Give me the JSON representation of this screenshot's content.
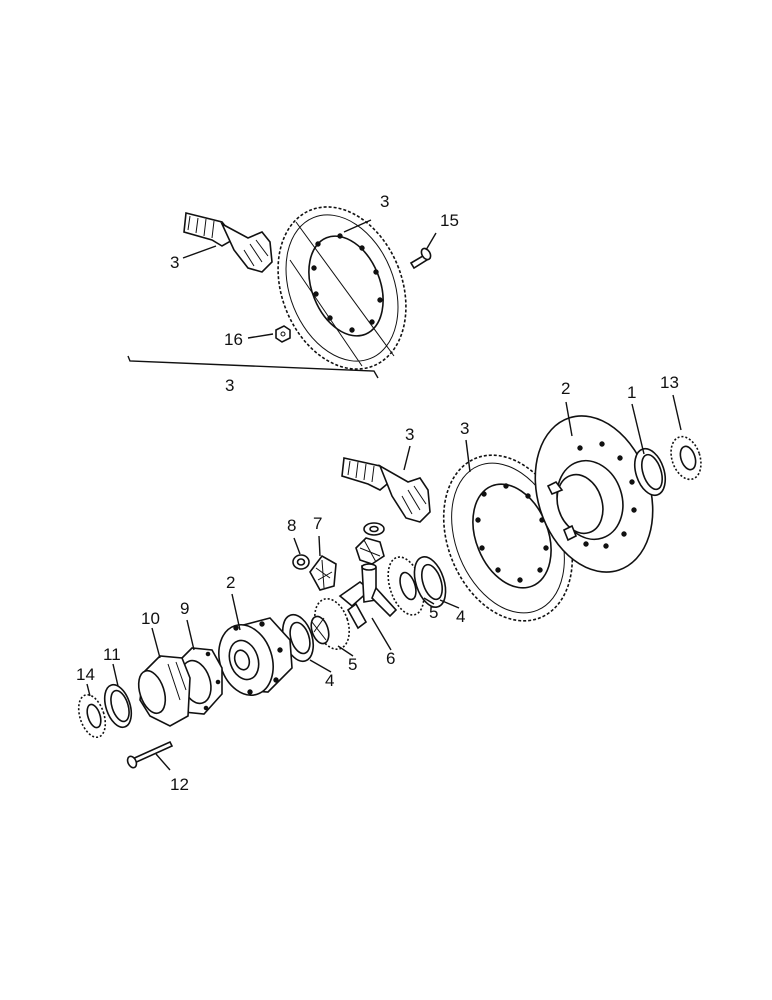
{
  "callouts": {
    "upper_3a": "3",
    "upper_3b": "3",
    "upper_3c": "3",
    "upper_15": "15",
    "upper_16": "16",
    "l_3a": "3",
    "l_3b": "3",
    "l_2a": "2",
    "l_1": "1",
    "l_13": "13",
    "l_8": "8",
    "l_7": "7",
    "l_5a": "5",
    "l_4a": "4",
    "l_2b": "2",
    "l_10": "10",
    "l_9": "9",
    "l_11": "11",
    "l_14": "14",
    "l_4b": "4",
    "l_5b": "5",
    "l_6": "6",
    "l_12": "12"
  }
}
